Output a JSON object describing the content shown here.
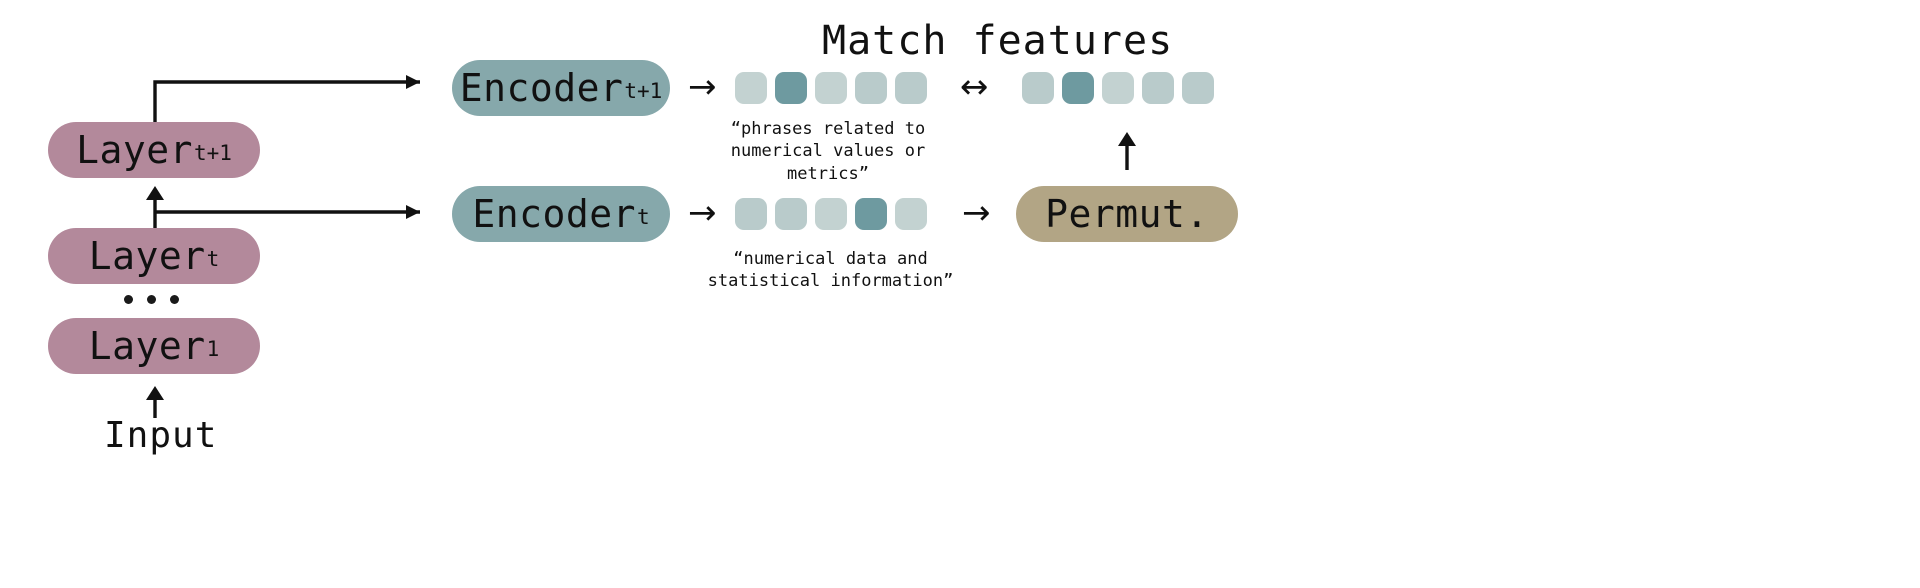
{
  "figure": {
    "title": "Match features",
    "background": "#ffffff"
  },
  "colors": {
    "layer": "#b3899b",
    "encoder": "#86a8ab",
    "permut": "#b2a585",
    "feature_light": "#c3d2d1",
    "feature_mid": "#b9cbcb",
    "feature_dark": "#6e9aa0",
    "stroke": "#111111"
  },
  "left_stack": {
    "layers": [
      {
        "base": "Layer",
        "sub": "t+1"
      },
      {
        "base": "Layer",
        "sub": "t"
      },
      {
        "base": "Layer",
        "sub": "1"
      }
    ],
    "ellipsis": "...",
    "input_label": "Input",
    "input_arrow": "↑",
    "between_arrow": "↑"
  },
  "encoders": [
    {
      "base": "Encoder",
      "sub": "t+1",
      "in_arrow": "→",
      "out_arrow": "→"
    },
    {
      "base": "Encoder",
      "sub": "t",
      "in_arrow": "→",
      "out_arrow": "→"
    }
  ],
  "features": {
    "top_left": {
      "caption": "“phrases related to\nnumerical values or metrics”",
      "cells": [
        "light",
        "dark",
        "light",
        "mid",
        "mid"
      ]
    },
    "top_right": {
      "cells": [
        "mid",
        "dark",
        "light",
        "mid",
        "mid"
      ]
    },
    "bottom_left": {
      "caption": "“numerical data and\nstatistical information”",
      "cells": [
        "mid",
        "mid",
        "light",
        "dark",
        "light"
      ]
    },
    "match_arrow": "↔",
    "permut_arrow": "→",
    "permut_up_arrow": "↑"
  },
  "permut": {
    "label": "Permut."
  }
}
